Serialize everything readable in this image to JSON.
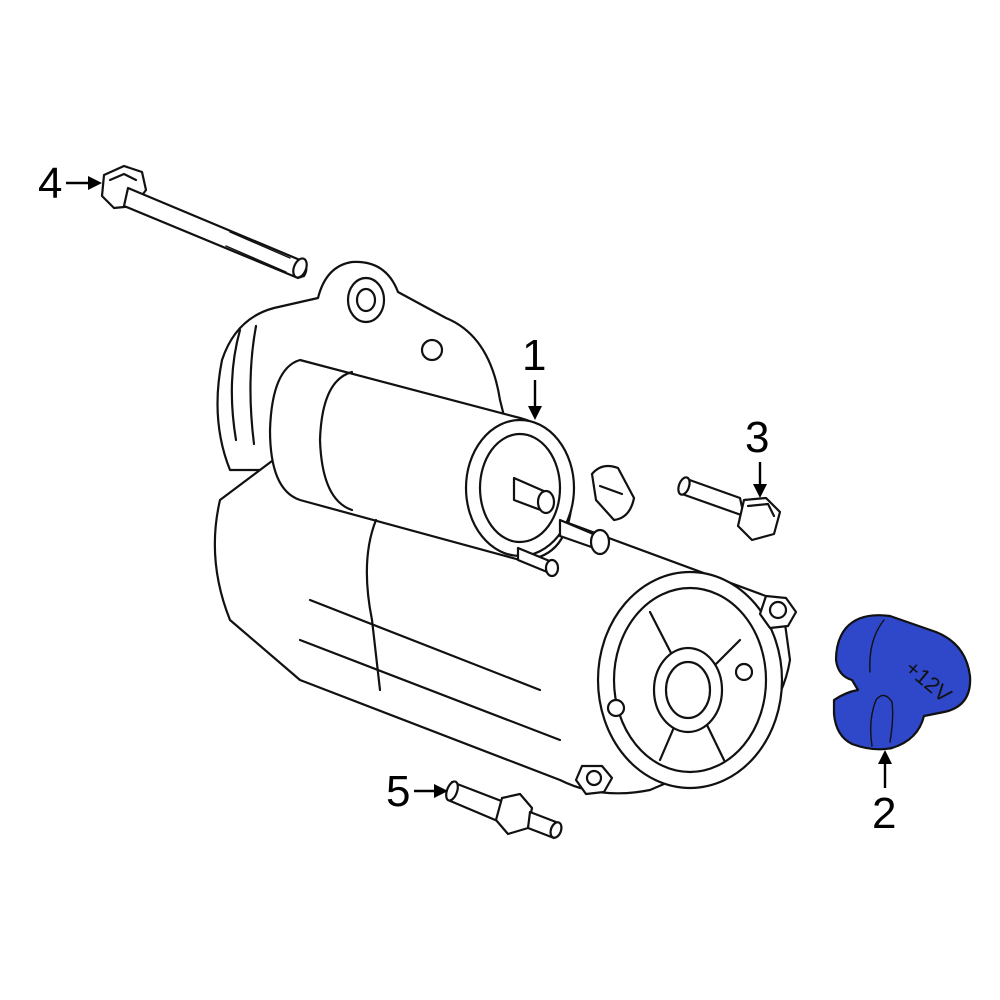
{
  "diagram": {
    "callouts": [
      {
        "id": "1",
        "label": "1"
      },
      {
        "id": "2",
        "label": "2"
      },
      {
        "id": "3",
        "label": "3"
      },
      {
        "id": "4",
        "label": "4"
      },
      {
        "id": "5",
        "label": "5"
      }
    ],
    "parts": {
      "terminal_cover": {
        "marking": "+12V",
        "color": "#2f47c9",
        "highlighted": true
      }
    },
    "colors": {
      "line": "#111111",
      "background": "#ffffff",
      "highlight": "#2f47c9"
    }
  }
}
